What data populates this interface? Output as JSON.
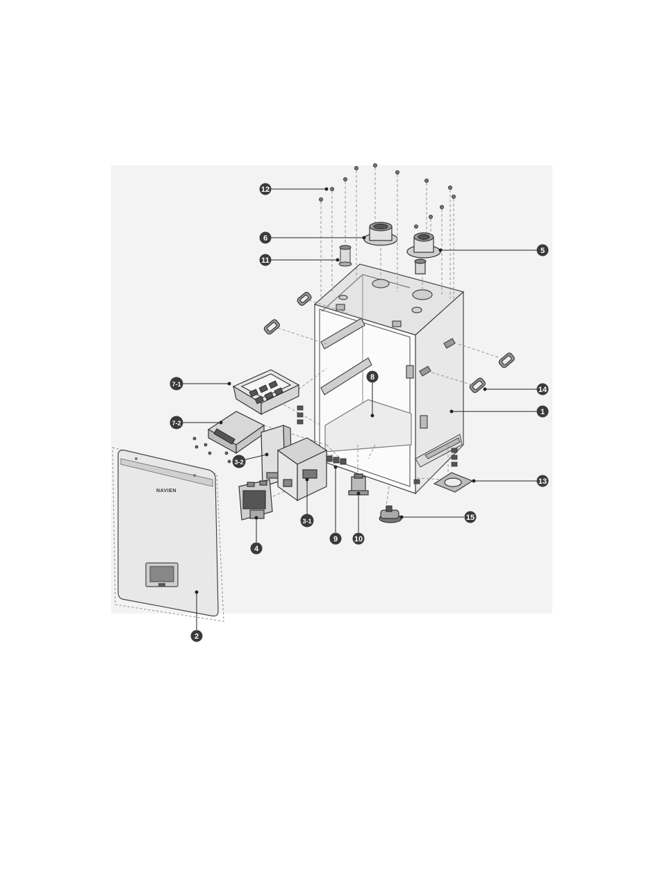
{
  "diagram": {
    "brand_label": "NAVIEN",
    "colors": {
      "background": "#ffffff",
      "panel": "#f3f3f3",
      "outline": "#444444",
      "part_fill": "#dcdcdc",
      "dark_part": "#555555",
      "callout_fill": "#3a3a3a",
      "callout_text": "#ffffff",
      "leader": "#222222",
      "dashed": "#8a8a8a"
    },
    "callouts": [
      {
        "id": "c-12",
        "label": "12"
      },
      {
        "id": "c-6",
        "label": "6"
      },
      {
        "id": "c-11",
        "label": "11"
      },
      {
        "id": "c-5",
        "label": "5"
      },
      {
        "id": "c-7-1",
        "label": "7-1"
      },
      {
        "id": "c-8",
        "label": "8"
      },
      {
        "id": "c-14",
        "label": "14"
      },
      {
        "id": "c-7-2",
        "label": "7-2"
      },
      {
        "id": "c-1",
        "label": "1"
      },
      {
        "id": "c-3-2",
        "label": "3-2"
      },
      {
        "id": "c-13",
        "label": "13"
      },
      {
        "id": "c-3-1",
        "label": "3-1"
      },
      {
        "id": "c-15",
        "label": "15"
      },
      {
        "id": "c-9",
        "label": "9"
      },
      {
        "id": "c-10",
        "label": "10"
      },
      {
        "id": "c-4",
        "label": "4"
      },
      {
        "id": "c-2",
        "label": "2"
      }
    ]
  }
}
